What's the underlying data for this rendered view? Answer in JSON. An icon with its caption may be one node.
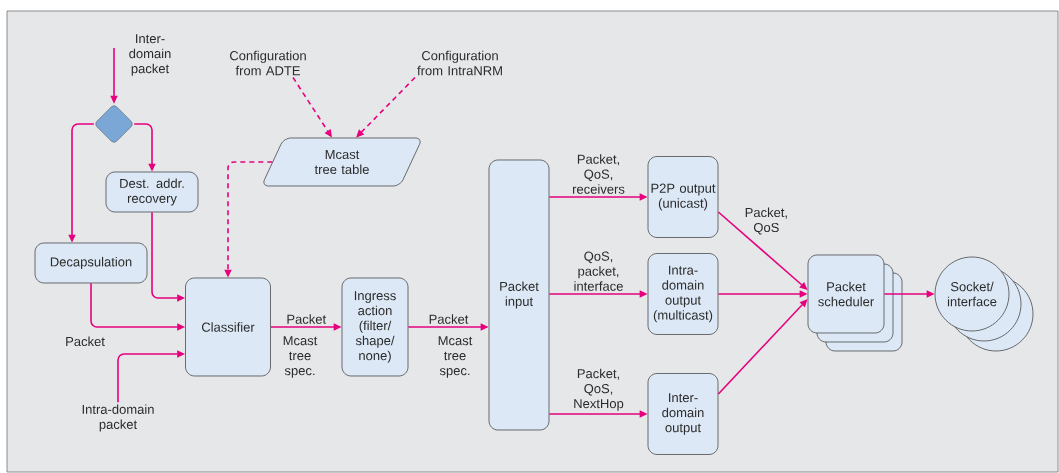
{
  "diagram": {
    "nodes": [
      {
        "text": [
          "Inter-domain packet"
        ]
      },
      {
        "text": [],
        "shape": "diamond"
      },
      {
        "text": [
          "Dest. addr. recovery"
        ]
      },
      {
        "text": [
          "Configuration from ADTE"
        ]
      },
      {
        "text": [
          "Configuration from IntraNRM"
        ]
      },
      {
        "text": [
          "Mcast tree table"
        ]
      },
      {
        "text": [
          "Decapsulation"
        ]
      },
      {
        "text": [
          "Classifier"
        ]
      },
      {
        "text": [
          "Intra-domain packet"
        ]
      },
      {
        "text": [
          "Ingress action (filter/ shape/ none)"
        ]
      },
      {
        "text": [
          "Packet input"
        ]
      },
      {
        "text": [
          "P2P output (unicast)"
        ]
      },
      {
        "text": [
          "Intra-domain output (multicast)"
        ]
      },
      {
        "text": [
          "Inter-domain output"
        ]
      },
      {
        "text": [
          "Packet scheduler"
        ]
      },
      {
        "text": [
          "Socket/ interface"
        ]
      }
    ],
    "edges": [
      {
        "from": 0,
        "to": 1,
        "arrow": "to"
      },
      {
        "from": 1,
        "to": 6,
        "arrow": "to"
      },
      {
        "from": 1,
        "to": 2,
        "arrow": "to"
      },
      {
        "from": 2,
        "to": 7,
        "arrow": "to"
      },
      {
        "from": 3,
        "to": 5,
        "arrow": "to",
        "style": "dashed"
      },
      {
        "from": 4,
        "to": 5,
        "arrow": "to",
        "style": "dashed"
      },
      {
        "from": 5,
        "to": 7,
        "arrow": "to",
        "style": "dashed"
      },
      {
        "from": 6,
        "to": 7,
        "arrow": "to",
        "label": "Packet"
      },
      {
        "from": 8,
        "to": 7,
        "arrow": "to"
      },
      {
        "from": 7,
        "to": 9,
        "arrow": "to",
        "label": "Packet"
      },
      {
        "from": 9,
        "to": 10,
        "arrow": "to",
        "label": "Packet"
      },
      {
        "from": 10,
        "to": 11,
        "arrow": "to",
        "label": "Packet, QoS, receivers"
      },
      {
        "from": 10,
        "to": 12,
        "arrow": "to",
        "label": "QoS, packet, interface"
      },
      {
        "from": 10,
        "to": 13,
        "arrow": "to",
        "label": "Packet, QoS, NextHop"
      },
      {
        "from": 11,
        "to": 14,
        "arrow": "to",
        "label": "Packet, QoS"
      },
      {
        "from": 12,
        "to": 14,
        "arrow": "to"
      },
      {
        "from": 13,
        "to": 14,
        "arrow": "to"
      },
      {
        "from": 14,
        "to": 15,
        "arrow": "to"
      }
    ],
    "labels": [
      "Mcast tree spec.",
      "Mcast tree spec."
    ]
  }
}
